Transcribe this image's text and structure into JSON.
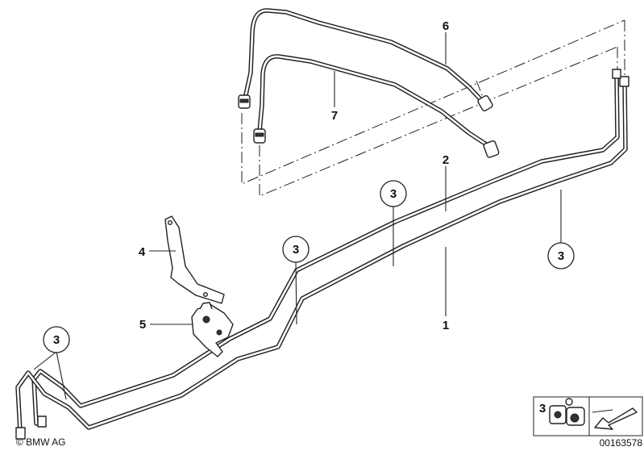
{
  "callouts": {
    "c1": "1",
    "c2": "2",
    "c3a": "3",
    "c3b": "3",
    "c3c": "3",
    "c3d": "3",
    "c4": "4",
    "c5": "5",
    "c6": "6",
    "c7": "7",
    "legend_num": "3"
  },
  "footer": {
    "copyright": "© BMW AG",
    "diagram_number": "00163578"
  }
}
